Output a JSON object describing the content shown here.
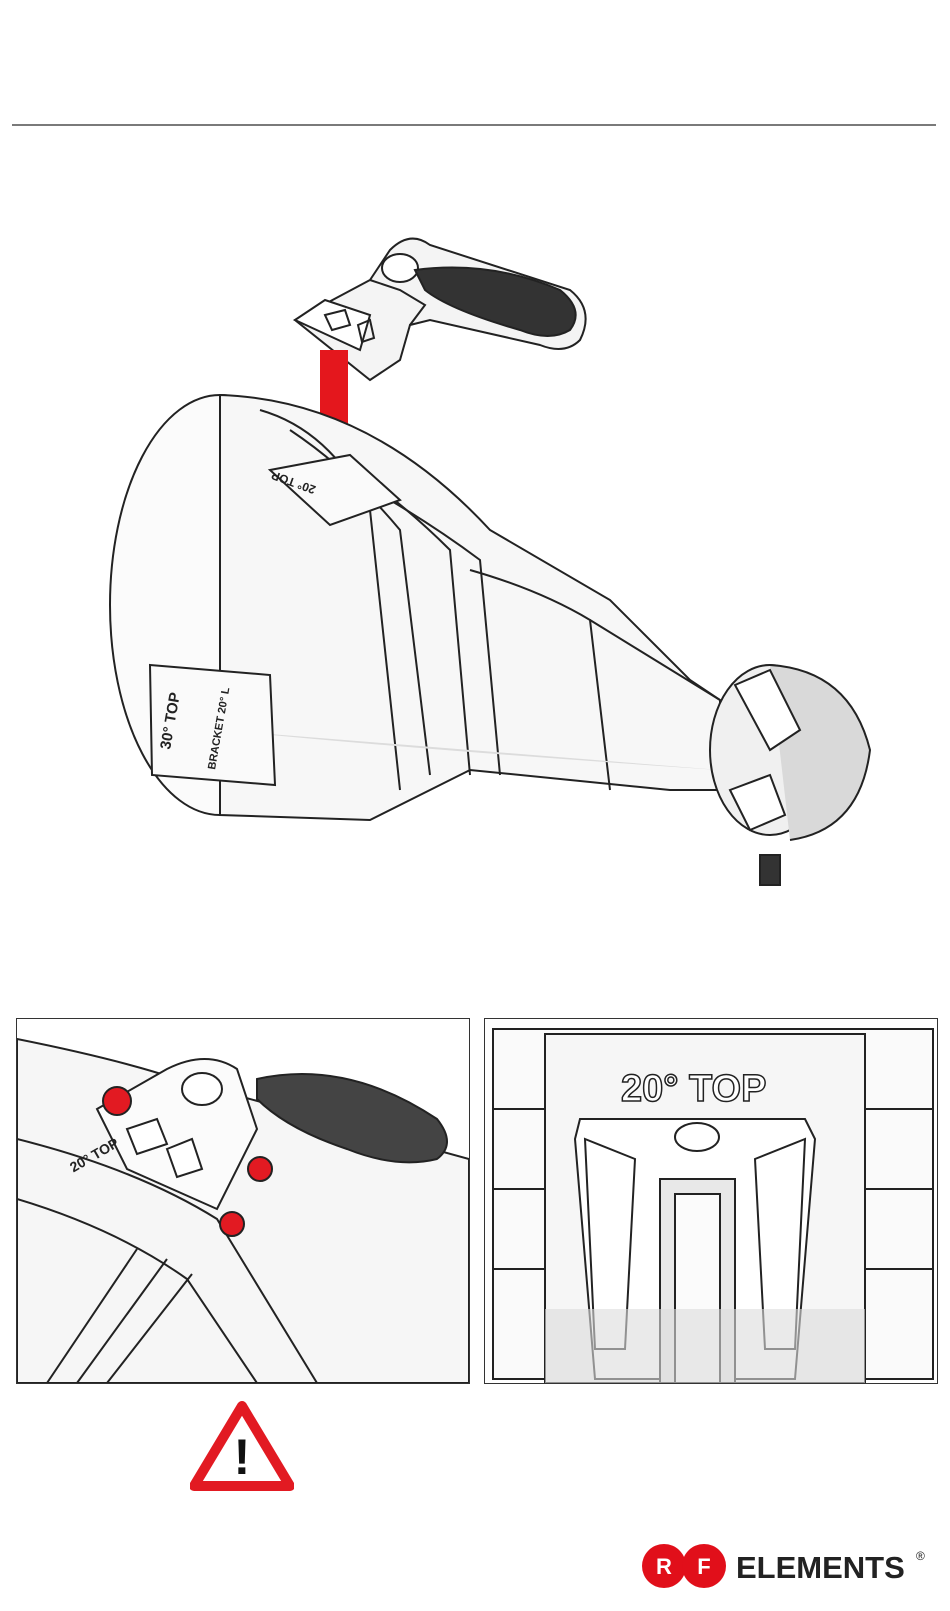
{
  "hero": {
    "bracket_label_side": "BRACKET 20° L",
    "side_top_label": "30° TOP",
    "top_label": "20° TOP"
  },
  "detail_left": {
    "label": "20° TOP"
  },
  "detail_right": {
    "label": "20° TOP"
  },
  "brand": {
    "letters": [
      "R",
      "F"
    ],
    "name": "ELEMENTS",
    "registered": "®",
    "red": "#e10f1a"
  },
  "warning": {
    "icon": "warning-triangle-icon",
    "symbol": "!"
  }
}
